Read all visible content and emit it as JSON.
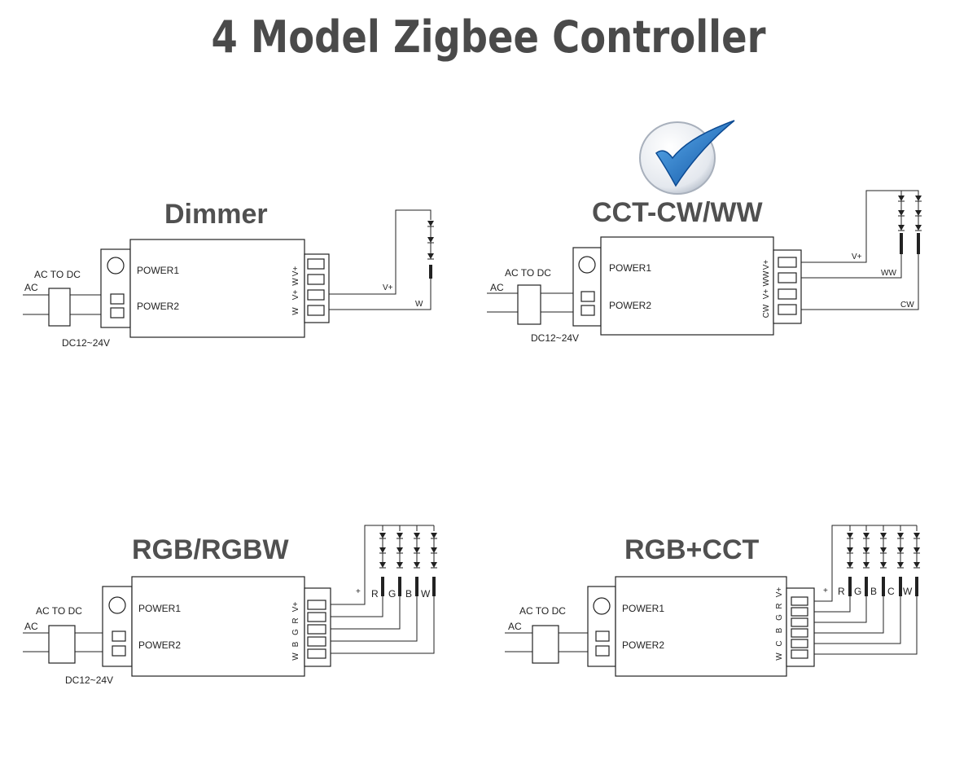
{
  "title": "4 Model Zigbee Controller",
  "colors": {
    "title": "#4a4a4a",
    "mode_title": "#505050",
    "check_blue": "#1d6fc4",
    "line": "#222222"
  },
  "icons": {
    "selected": "check-mark-icon"
  },
  "common": {
    "ac_to_dc": "AC TO DC",
    "ac": "AC",
    "dc_range": "DC12~24V",
    "power1": "POWER1",
    "power2": "POWER2"
  },
  "dimmer": {
    "name": "Dimmer",
    "terminals": [
      "V+",
      "W",
      "V+",
      "W"
    ],
    "wire_labels": [
      "V+",
      "W"
    ]
  },
  "cct": {
    "name": "CCT-CW/WW",
    "selected": true,
    "terminals": [
      "V+",
      "WW",
      "V+",
      "CW"
    ],
    "wire_labels": [
      "V+",
      "WW",
      "CW"
    ]
  },
  "rgbw": {
    "name": "RGB/RGBW",
    "terminals": [
      "V+",
      "R",
      "G",
      "B",
      "W"
    ],
    "wire_labels": [
      "+",
      "R",
      "G",
      "B",
      "W"
    ]
  },
  "rgbcct": {
    "name": "RGB+CCT",
    "terminals": [
      "V+",
      "R",
      "G",
      "B",
      "C",
      "W"
    ],
    "wire_labels": [
      "+",
      "R",
      "G",
      "B",
      "C",
      "W"
    ]
  }
}
